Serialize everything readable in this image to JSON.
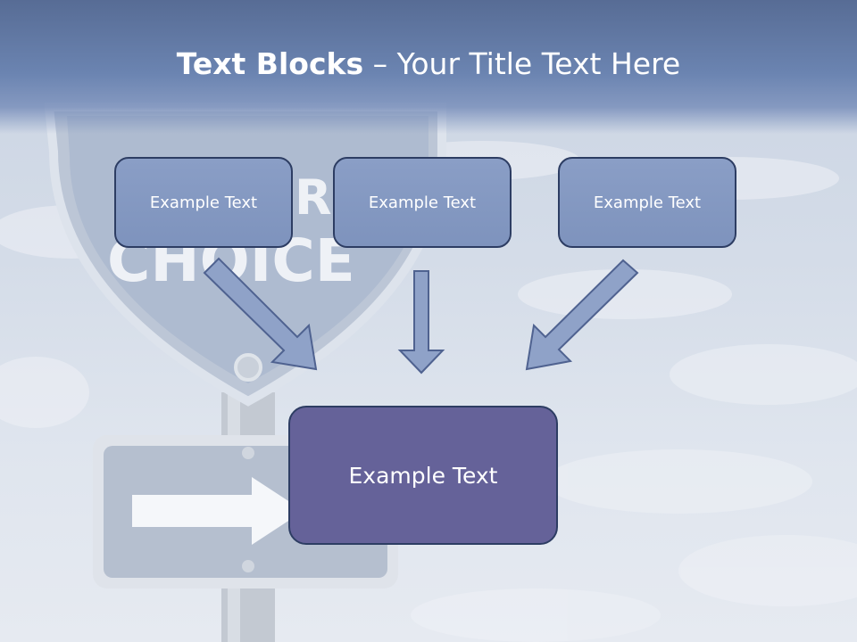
{
  "slide": {
    "title_bold": "Text Blocks",
    "title_dash": " – ",
    "title_rest": "Your Title Text Here"
  },
  "boxes": {
    "top_left": "Example Text",
    "top_center": "Example Text",
    "top_right": "Example Text",
    "bottom": "Example Text"
  },
  "background": {
    "sign_text_partial": "CHOICE",
    "sign_text_letter": "R"
  },
  "colors": {
    "header": "#6b84b1",
    "small_box": "#8a9ec6",
    "big_box": "#656299",
    "arrow_fill": "#8fa2c8",
    "border": "#2d3d63"
  }
}
